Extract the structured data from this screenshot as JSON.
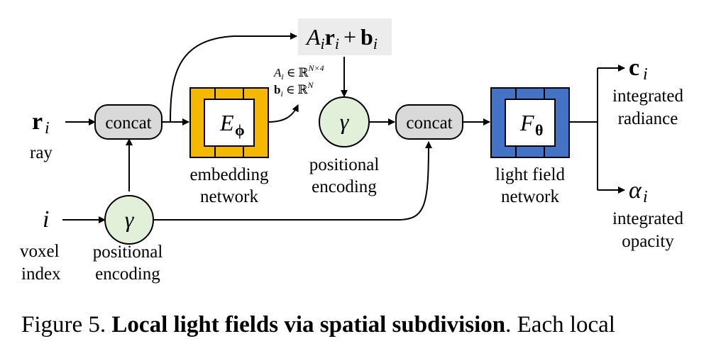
{
  "nodes": {
    "concat1": "concat",
    "concat2": "concat",
    "gamma": "γ",
    "embed_symbol": "E",
    "embed_sub": "ϕ",
    "light_symbol": "F",
    "light_sub": "θ",
    "affine": {
      "A": "A",
      "i": "i",
      "r": "r",
      "plus": "+",
      "b": "b"
    }
  },
  "inputs": {
    "ray_symbol": "r",
    "ray_sub": "i",
    "ray_label": "ray",
    "voxel_symbol": "i",
    "voxel_label_1": "voxel",
    "voxel_label_2": "index"
  },
  "labels": {
    "posenc1_line1": "positional",
    "posenc1_line2": "encoding",
    "posenc2_line1": "positional",
    "posenc2_line2": "encoding",
    "embed_line1": "embedding",
    "embed_line2": "network",
    "light_line1": "light field",
    "light_line2": "network"
  },
  "annotations": {
    "A_dim": "A",
    "A_sub": "i",
    "A_in": "∈",
    "A_space": "ℝ",
    "A_sup": "N×4",
    "b_dim": "b",
    "b_sub": "i",
    "b_in": "∈",
    "b_space": "ℝ",
    "b_sup": "N"
  },
  "outputs": {
    "c_symbol": "c",
    "c_sub": "i",
    "c_line1": "integrated",
    "c_line2": "radiance",
    "alpha_symbol": "α",
    "alpha_sub": "i",
    "alpha_line1": "integrated",
    "alpha_line2": "opacity"
  },
  "caption": {
    "prefix": "Figure 5.",
    "bold": "Local light fields via spatial subdivision",
    "suffix": ". Each local"
  },
  "colors": {
    "embedding": "#f5b800",
    "light_field": "#4472c4",
    "positional": "#e2efd9",
    "concat": "#d9d9d9",
    "affine_bg": "#ececec"
  }
}
